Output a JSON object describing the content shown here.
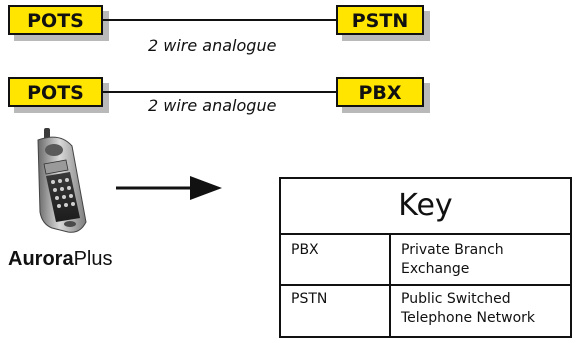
{
  "colors": {
    "box_fill": "#ffe500",
    "box_border": "#111111",
    "box_shadow": "#b9b9b9",
    "line": "#111111"
  },
  "connections": [
    {
      "left": "POTS",
      "right": "PSTN",
      "wire_label": "2 wire analogue"
    },
    {
      "left": "POTS",
      "right": "PBX",
      "wire_label": "2 wire analogue"
    }
  ],
  "device": {
    "icon": "cordless-phone-handset-icon",
    "brand_bold": "Aurora",
    "brand_regular": "Plus"
  },
  "arrow": {
    "icon": "right-arrow-icon"
  },
  "key": {
    "title": "Key",
    "rows": [
      {
        "term": "PBX",
        "definition_line1": "Private Branch",
        "definition_line2": "Exchange"
      },
      {
        "term": "PSTN",
        "definition_line1": "Public Switched",
        "definition_line2": "Telephone Network"
      }
    ]
  }
}
